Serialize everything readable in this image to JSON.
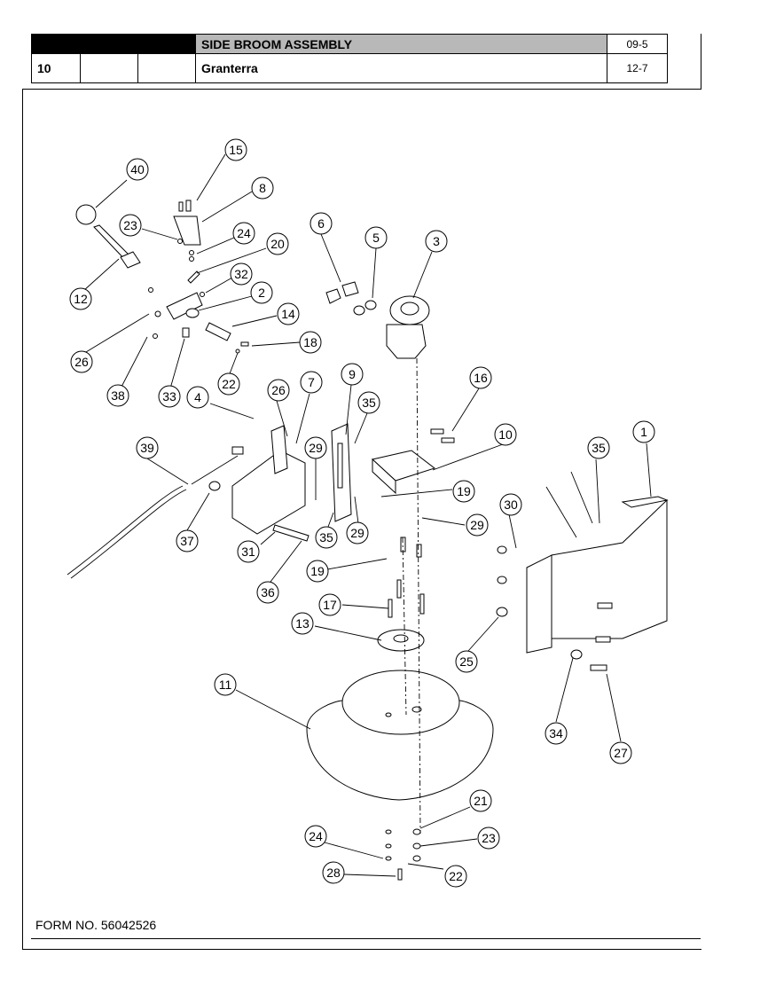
{
  "header": {
    "section_number": "10",
    "title": "SIDE BROOM ASSEMBLY",
    "model": "Granterra",
    "date_code": "09-5",
    "page_ref": "12-7"
  },
  "footer": {
    "form_number": "FORM NO. 56042526"
  },
  "callouts": [
    "40",
    "15",
    "8",
    "23",
    "24",
    "20",
    "32",
    "2",
    "12",
    "14",
    "18",
    "26",
    "38",
    "33",
    "22",
    "4",
    "6",
    "5",
    "3",
    "26",
    "7",
    "9",
    "35",
    "16",
    "10",
    "39",
    "29",
    "19",
    "29",
    "35",
    "1",
    "30",
    "37",
    "31",
    "35",
    "29",
    "19",
    "36",
    "17",
    "13",
    "25",
    "34",
    "27",
    "11",
    "21",
    "24",
    "23",
    "28",
    "22"
  ]
}
